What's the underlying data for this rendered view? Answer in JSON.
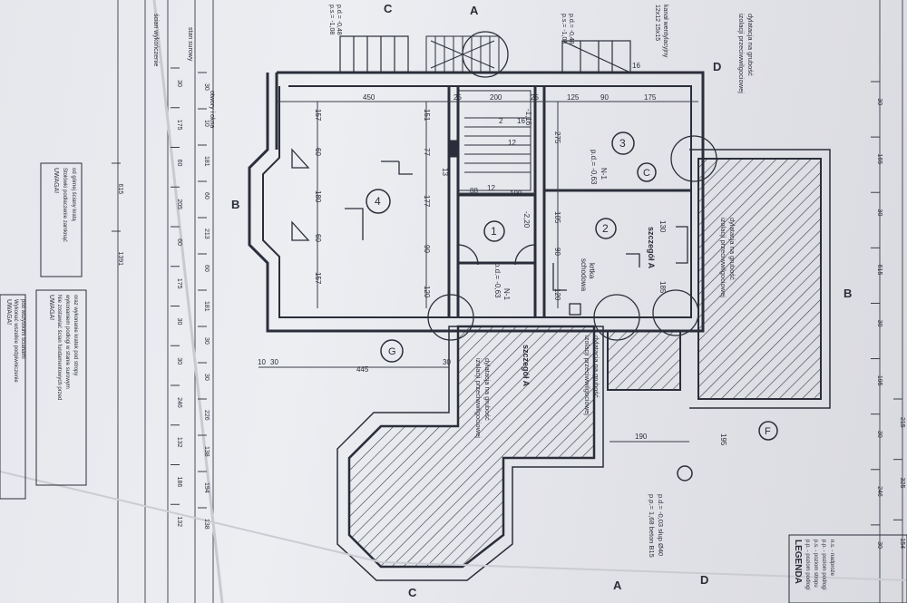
{
  "sheet": {
    "note_boxes": [
      {
        "title": "UWAGA!",
        "lines": [
          "Stołówki podłaczenie zamknąć",
          "od górnej ściany kratą"
        ]
      },
      {
        "title": "UWAGA!",
        "lines": [
          "Nie zostawiać ścian fundamentowych przed",
          "wykonaniem podłogi w stanie surowym",
          "oraz wykonanie kratek pod stropy"
        ]
      },
      {
        "title": "UWAGA!",
        "lines": [
          "Wykonać wszelkie podpiwniczenie",
          "pod wszystkimi ścianami"
        ]
      }
    ],
    "legend_title": "LEGENDA",
    "legend_lines": [
      "p.p. - poziom podłogi",
      "p.s. - poziom stropu",
      "p.p. - poziom podłogi",
      "n.s. - nadproże"
    ],
    "section_marks": [
      "A",
      "A",
      "B",
      "B",
      "C",
      "C",
      "D",
      "D"
    ],
    "axis_marks": [
      "C",
      "G",
      "F"
    ],
    "room_numbers": [
      "1",
      "2",
      "3",
      "4"
    ],
    "room_texts": [
      "N-1",
      "p.d.= -0,63",
      "N-1",
      "p.d.= -0,63",
      "krtka",
      "schodowa",
      "szczegół A",
      "szczegół A",
      "-2,20",
      "-1,16"
    ],
    "insulation_notes": [
      "dylatacja na grubość",
      "izolacji przeciwwilgociowej"
    ],
    "top_marks": [
      "p.d.= -0,48",
      "p.s.= -1,08",
      "p.d.= -0,48",
      "p.s.= -1,08",
      "kanał wentylacyjny",
      "12x12 15x15"
    ],
    "dims_top": [
      "450",
      "25",
      "200",
      "25",
      "125",
      "90",
      "175",
      "16"
    ],
    "dims_left": [
      "157",
      "60",
      "180",
      "60",
      "157"
    ],
    "dims_mid": [
      "151",
      "77",
      "13",
      "177",
      "90",
      "120"
    ],
    "dims_right": [
      "275",
      "105",
      "90",
      "120",
      "130",
      "185"
    ],
    "dims_stair": [
      "88",
      "12",
      "100",
      "2",
      "16",
      "12"
    ],
    "dims_bottom": [
      "10",
      "30",
      "445",
      "30",
      "190",
      "195"
    ],
    "footnote": [
      "p.d.= -0,03 słup Ø40",
      "p.p.= 1,68 beton B15"
    ],
    "left_chain_labels": [
      "otwory i okna",
      "stan surowy",
      "ścian wykończenie"
    ],
    "left_chains": [
      [
        "30",
        "10",
        "181",
        "60",
        "213",
        "60",
        "181",
        "30",
        "30",
        "226",
        "138",
        "194",
        "138"
      ],
      [
        "30",
        "175",
        "60",
        "205",
        "60",
        "175",
        "30",
        "30",
        "246",
        "132",
        "186",
        "132"
      ],
      [
        "615",
        "1391"
      ]
    ],
    "right_chains": [
      [
        "30",
        "165",
        "30",
        "615",
        "30",
        "195",
        "30",
        "246",
        "30"
      ],
      [
        "215",
        "325",
        "154"
      ]
    ]
  }
}
